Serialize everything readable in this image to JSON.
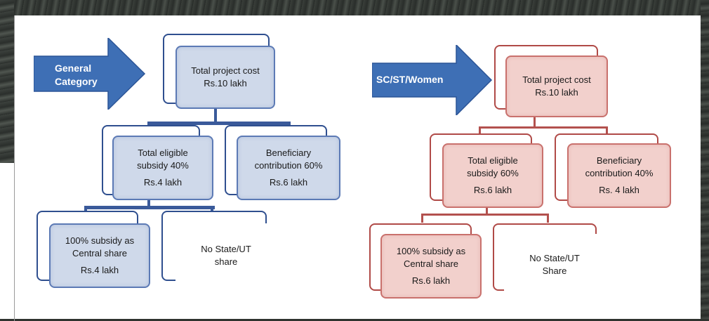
{
  "left_flow": {
    "arrow_label_line1": "General",
    "arrow_label_line2": "Category",
    "total": {
      "line1": "Total project cost",
      "line2": "Rs.10 lakh"
    },
    "subsidy": {
      "line1": "Total eligible",
      "line2": "subsidy 40%",
      "line3": "Rs.4 lakh"
    },
    "contribution": {
      "line1": "Beneficiary",
      "line2": "contribution 60%",
      "line3": "Rs.6 lakh"
    },
    "central": {
      "line1": "100% subsidy as",
      "line2": "Central share",
      "line3": "Rs.4 lakh"
    },
    "state": {
      "line1": "No State/UT",
      "line2": "share"
    },
    "colors": {
      "arrow": "#3e6fb5",
      "border": "#2f4f8f",
      "fill": "#cfd9ea"
    }
  },
  "right_flow": {
    "arrow_label": "SC/ST/Women",
    "total": {
      "line1": "Total project cost",
      "line2": "Rs.10 lakh"
    },
    "subsidy": {
      "line1": "Total eligible",
      "line2": "subsidy 60%",
      "line3": "Rs.6 lakh"
    },
    "contribution": {
      "line1": "Beneficiary",
      "line2": "contribution 40%",
      "line3": "Rs. 4 lakh"
    },
    "central": {
      "line1": "100% subsidy as",
      "line2": "Central share",
      "line3": "Rs.6 lakh"
    },
    "state": {
      "line1": "No State/UT",
      "line2": "Share"
    },
    "colors": {
      "arrow": "#3e6fb5",
      "border": "#b04a47",
      "fill": "#f2d0cc"
    }
  }
}
